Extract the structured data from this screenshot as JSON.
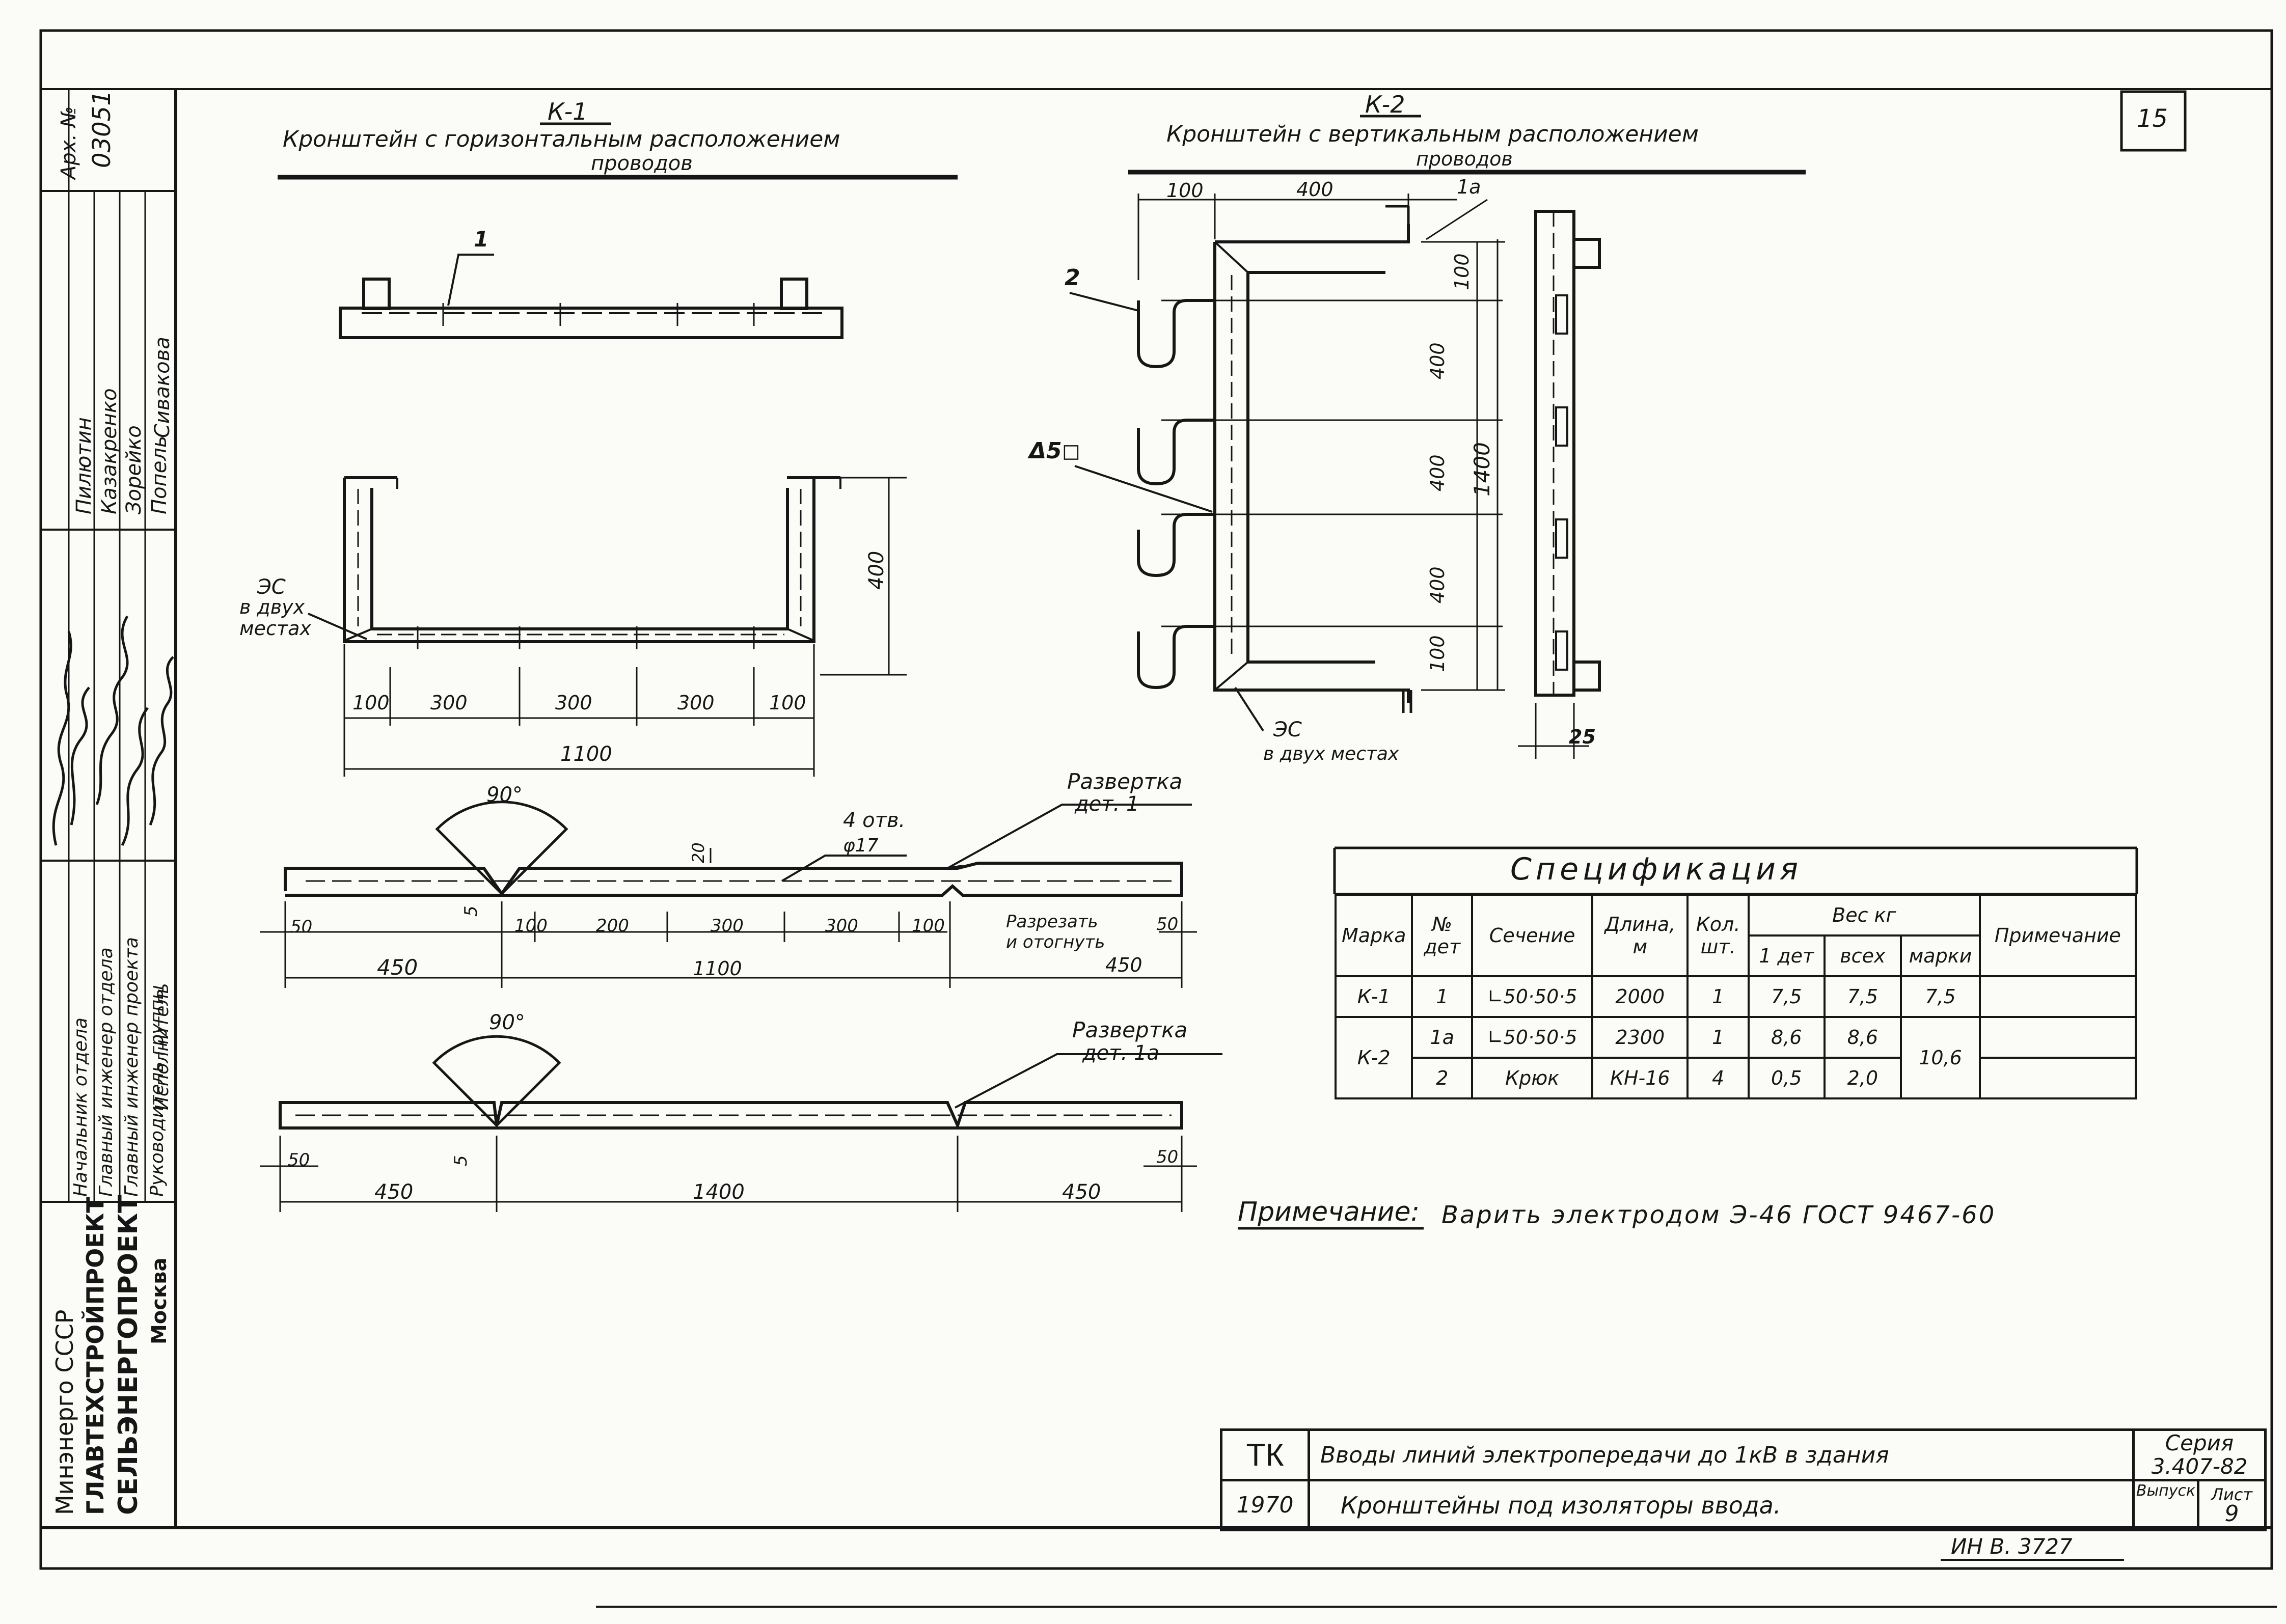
{
  "sheet_number": "15",
  "arch": {
    "label": "Арх. №",
    "number": "03051"
  },
  "left_stamp": {
    "roles": [
      "Начальник отдела",
      "Главный инженер отдела",
      "Главный инженер проекта",
      "Руководитель группы",
      "Исполнитель"
    ],
    "names": [
      "Пилютин",
      "Казакренко",
      "Зорейко",
      "Попель",
      "Сивакова"
    ],
    "org": [
      "Минэнерго СССР",
      "ГЛАВТЕХСТРОЙПРОЕКТ",
      "СЕЛЬЭНЕРГОПРОЕКТ",
      "Москва"
    ]
  },
  "k1": {
    "mark": "К-1",
    "title": "Кронштейн с горизонтальным расположением",
    "title2": "проводов",
    "part1": "1",
    "weld_note": [
      "ЭС",
      "в двух",
      "местах"
    ],
    "dim_height": "400",
    "dims_bottom": [
      "100",
      "300",
      "300",
      "300",
      "100"
    ],
    "dim_total": "1100"
  },
  "k2": {
    "mark": "К-2",
    "title": "Кронштейн с вертикальным расположением",
    "title2": "проводов",
    "dims_top": [
      "100",
      "400",
      "1а"
    ],
    "part2": "2",
    "part5": "Δ5◻",
    "dims_vertical": [
      "100",
      "400",
      "400",
      "400",
      "100"
    ],
    "dim_total": "1400",
    "weld_note": [
      "ЭС",
      "в двух местах"
    ],
    "dim_side": "25"
  },
  "dev1": {
    "label": "Развертка",
    "label2": "дет. 1",
    "angle": "90°",
    "holes": "4 отв.",
    "hole_d": "φ17",
    "small_dims": [
      "20",
      "5"
    ],
    "cut_note": [
      "Разрезать",
      "и отогнуть"
    ],
    "dims": [
      "50",
      "100",
      "200",
      "300",
      "300",
      "100",
      "50"
    ],
    "dims_total": [
      "450",
      "1100",
      "450"
    ]
  },
  "dev1a": {
    "label": "Развертка",
    "label2": "дет. 1а",
    "angle": "90°",
    "small_dim": "5",
    "dims": [
      "50",
      "50"
    ],
    "dims_total": [
      "450",
      "1400",
      "450"
    ]
  },
  "spec": {
    "title": "Спецификация",
    "headers": {
      "mark": "Марка",
      "det": "№ дет",
      "section": "Сечение",
      "length": "Длина, м",
      "qty": "Кол. шт.",
      "weight": "Вес кг",
      "w1": "1 дет",
      "wall": "всех",
      "wmark": "марки",
      "note": "Примечание"
    },
    "rows": [
      [
        "К-1",
        "1",
        "∟50·50·5",
        "2000",
        "1",
        "7,5",
        "7,5",
        "7,5"
      ],
      [
        "К-2",
        "1а",
        "∟50·50·5",
        "2300",
        "1",
        "8,6",
        "8,6",
        "10,6"
      ],
      [
        "",
        "2",
        "Крюк",
        "КН-16",
        "4",
        "0,5",
        "2,0",
        ""
      ]
    ]
  },
  "note": {
    "label": "Примечание:",
    "text": "Варить электродом Э-46 ГОСТ 9467-60"
  },
  "title_block": {
    "code": "ТК",
    "year": "1970",
    "title1": "Вводы линий электропередачи до 1кВ в здания",
    "title2": "Кронштейны под изоляторы ввода.",
    "series_label": "Серия",
    "series": "3.407-82",
    "issue_label": "Выпуск",
    "sheet_label": "Лист",
    "sheet": "9"
  },
  "inv": "ИН В. 3727"
}
